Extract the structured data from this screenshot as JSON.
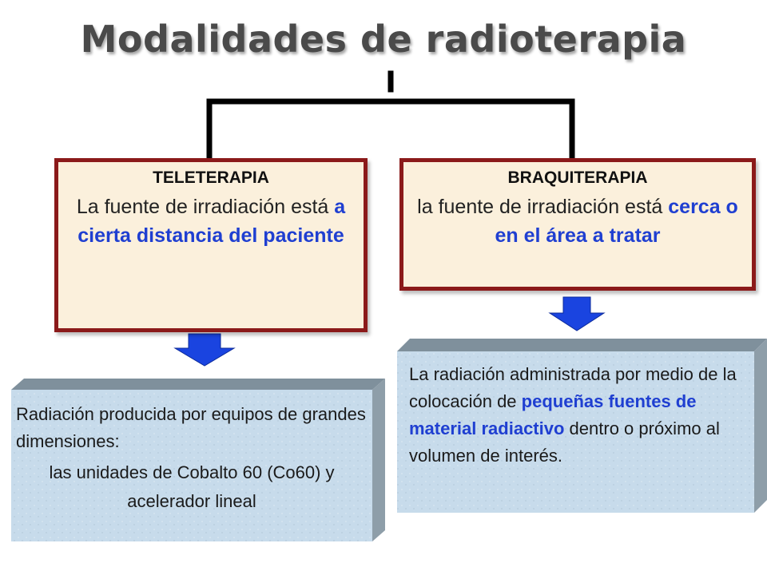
{
  "title": "Modalidades de radioterapia",
  "colors": {
    "title": "#4a4a4a",
    "connector": "#000000",
    "box_border": "#8b1a1a",
    "box_fill": "#fbf0dc",
    "highlight": "#1f3fd1",
    "arrow": "#1a44e0",
    "panel_face": "#c7dbeb",
    "panel_side": "#8e9ea9"
  },
  "teleterapia": {
    "heading": "TELETERAPIA",
    "desc_1": "La fuente de irradiación está ",
    "desc_hl": "a cierta distancia del paciente",
    "detail_1": "Radiación producida por equipos de grandes dimensiones:",
    "detail_2": "las unidades de Cobalto 60 (Co60) y acelerador lineal"
  },
  "braquiterapia": {
    "heading": "BRAQUITERAPIA",
    "desc_1": "la fuente de irradiación está ",
    "desc_hl": "cerca o en el área a tratar",
    "detail_1": "La radiación administrada  por medio de la colocación de ",
    "detail_hl": "pequeñas fuentes de material radiactivo",
    "detail_2": " dentro o próximo al volumen de interés."
  }
}
